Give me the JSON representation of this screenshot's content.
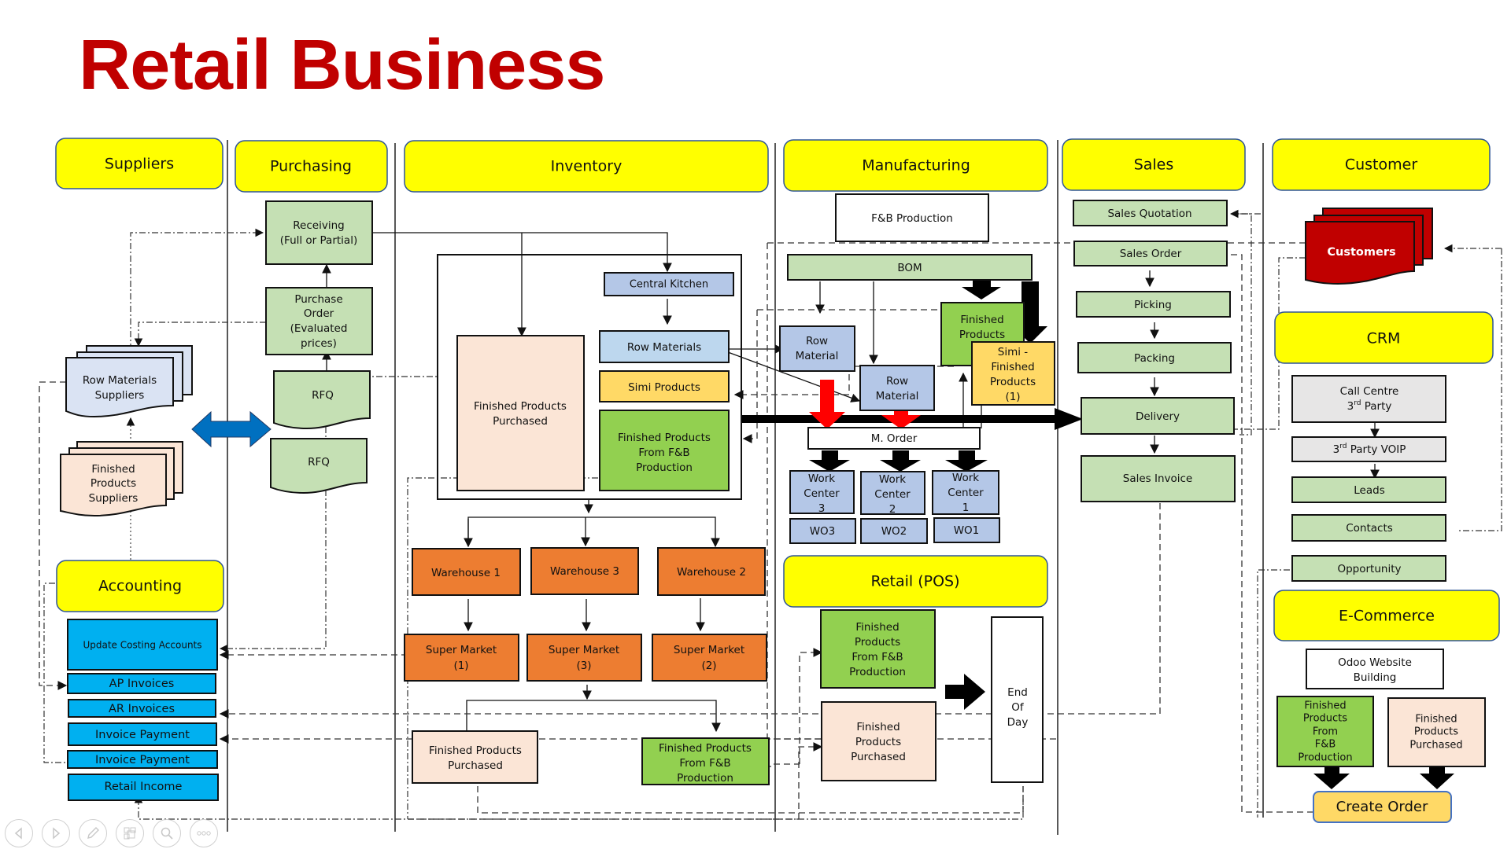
{
  "title": "Retail Business",
  "colors": {
    "title": "#c00000",
    "lane_header": "#ffff00",
    "green_light": "#c5e0b4",
    "green_bright": "#92d050",
    "blue_light": "#b4c7e7",
    "blue_sky": "#bdd7ee",
    "peach": "#fbe5d6",
    "orange": "#ed7d31",
    "gold": "#ffd966",
    "cyan": "#00b0f0",
    "grey": "#e7e6e6",
    "red_doc": "#c00000",
    "double_arrow": "#0070c0"
  },
  "lanes": {
    "suppliers": "Suppliers",
    "purchasing": "Purchasing",
    "inventory": "Inventory",
    "manufacturing": "Manufacturing",
    "sales": "Sales",
    "customer": "Customer",
    "accounting": "Accounting",
    "retail_pos": "Retail (POS)",
    "crm": "CRM",
    "ecommerce": "E-Commerce"
  },
  "suppliers": {
    "row_materials": [
      "Row Materials",
      "Suppliers"
    ],
    "finished_products": [
      "Finished",
      "Products",
      "Suppliers"
    ]
  },
  "purchasing": {
    "receiving": [
      "Receiving",
      "(Full or Partial)"
    ],
    "purchase_order": [
      "Purchase",
      "Order",
      "(Evaluated",
      "prices)"
    ],
    "rfq_1": "RFQ",
    "rfq_2": "RFQ"
  },
  "inventory": {
    "central_kitchen": "Central Kitchen",
    "row_materials": "Row Materials",
    "simi_products": "Simi Products",
    "fp_purchased": [
      "Finished Products",
      "Purchased"
    ],
    "fp_fnb": [
      "Finished Products",
      "From F&B",
      "Production"
    ],
    "warehouses": [
      "Warehouse 1",
      "Warehouse 3",
      "Warehouse 2"
    ],
    "supermarkets": [
      [
        "Super Market",
        "(1)"
      ],
      [
        "Super Market",
        "(3)"
      ],
      [
        "Super Market",
        "(2)"
      ]
    ],
    "out_fp_purchased": [
      "Finished Products",
      "Purchased"
    ],
    "out_fp_fnb": [
      "Finished Products",
      "From F&B",
      "Production"
    ]
  },
  "manufacturing": {
    "fnb_production": "F&B Production",
    "bom": "BOM",
    "row_material_1": [
      "Row",
      "Material"
    ],
    "row_material_2": [
      "Row",
      "Material"
    ],
    "finished_products": [
      "Finished",
      "Products"
    ],
    "simi_finished": [
      "Simi -",
      "Finished",
      "Products",
      "(1)"
    ],
    "m_order": "M. Order",
    "work_centers": [
      [
        "Work",
        "Center",
        "3"
      ],
      [
        "Work",
        "Center",
        "2"
      ],
      [
        "Work",
        "Center",
        "1"
      ]
    ],
    "work_orders": [
      "WO3",
      "WO2",
      "WO1"
    ]
  },
  "retail_pos": {
    "fp_fnb": [
      "Finished",
      "Products",
      "From F&B",
      "Production"
    ],
    "fp_purchased": [
      "Finished",
      "Products",
      "Purchased"
    ],
    "end_of_day": [
      "End",
      "Of",
      "Day"
    ]
  },
  "accounting": {
    "items": [
      "Update Costing Accounts",
      "AP Invoices",
      "AR Invoices",
      "Invoice Payment",
      "Invoice Payment",
      "Retail Income"
    ]
  },
  "sales": {
    "items": [
      "Sales Quotation",
      "Sales Order",
      "Picking",
      "Packing",
      "Delivery",
      "Sales Invoice"
    ]
  },
  "customer": {
    "customers": "Customers"
  },
  "crm": {
    "call_centre": [
      "Call Centre",
      "3",
      "rd",
      " Party"
    ],
    "voip": [
      "3",
      "rd",
      " Party VOIP"
    ],
    "leads": "Leads",
    "contacts": "Contacts",
    "opportunity": "Opportunity"
  },
  "ecommerce": {
    "odoo_website": [
      "Odoo Website",
      "Building"
    ],
    "fp_fnb": [
      "Finished",
      "Products",
      "From",
      "F&B",
      "Production"
    ],
    "fp_purchased": [
      "Finished",
      "Products",
      "Purchased"
    ],
    "create_order": "Create Order"
  },
  "presenter_controls": {
    "previous": "previous-slide",
    "next": "next-slide",
    "pen": "pen-tool",
    "slides": "see-all-slides",
    "zoom": "zoom",
    "more": "more-options"
  }
}
